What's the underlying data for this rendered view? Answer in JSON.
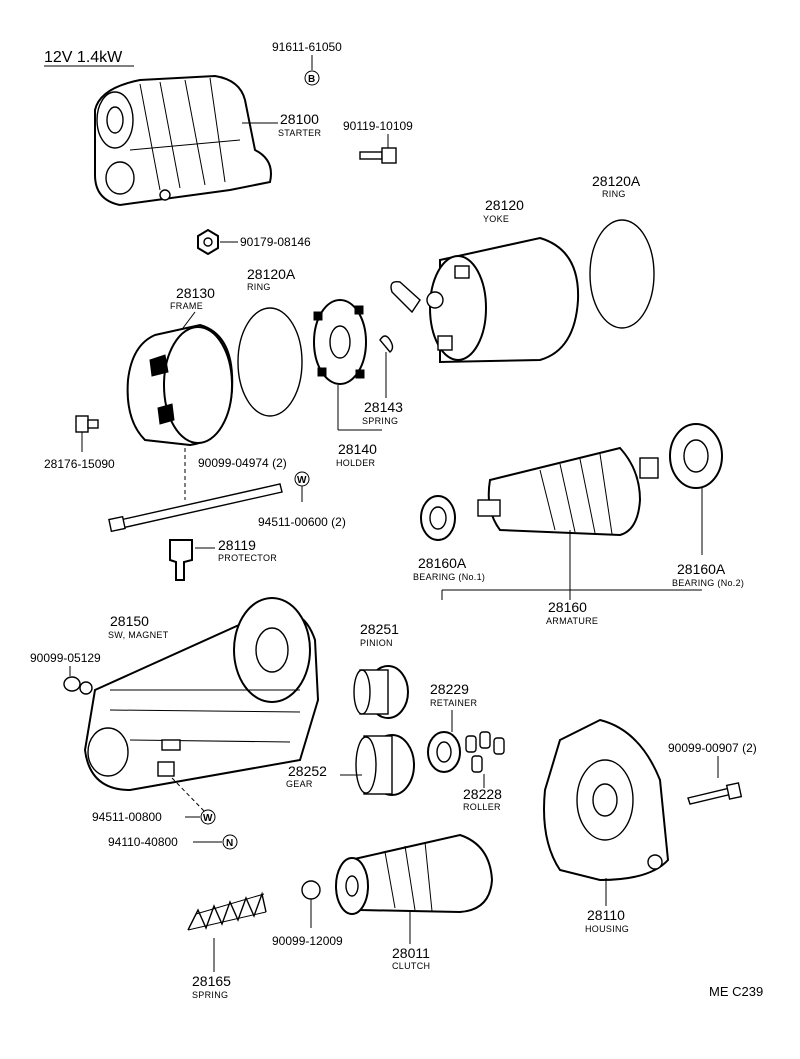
{
  "header": {
    "voltage_power": "12V 1.4kW"
  },
  "footer": {
    "diagram_code": "ME C239"
  },
  "badges": {
    "B": "B",
    "W": "W",
    "N": "N"
  },
  "labels": {
    "p91611": "91611-61050",
    "p28100": "28100",
    "p28100_name": "STARTER",
    "p90119": "90119-10109",
    "p28120A_top": "28120A",
    "p28120A_top_name": "RING",
    "p28120": "28120",
    "p28120_name": "YOKE",
    "p90179": "90179-08146",
    "p28130": "28130",
    "p28130_name": "FRAME",
    "p28120A_mid": "28120A",
    "p28120A_mid_name": "RING",
    "p28143": "28143",
    "p28143_name": "SPRING",
    "p28140": "28140",
    "p28140_name": "HOLDER",
    "p28176": "28176-15090",
    "p90099_04974": "90099-04974 (2)",
    "p94511_00600": "94511-00600 (2)",
    "p28119": "28119",
    "p28119_name": "PROTECTOR",
    "p28160A_l": "28160A",
    "p28160A_l_name": "BEARING (No.1)",
    "p28160A_r": "28160A",
    "p28160A_r_name": "BEARING (No.2)",
    "p28160": "28160",
    "p28160_name": "ARMATURE",
    "p28150": "28150",
    "p28150_name": "SW, MAGNET",
    "p90099_05129": "90099-05129",
    "p28251": "28251",
    "p28251_name": "PINION",
    "p28229": "28229",
    "p28229_name": "RETAINER",
    "p90099_00907": "90099-00907 (2)",
    "p28252": "28252",
    "p28252_name": "GEAR",
    "p28228": "28228",
    "p28228_name": "ROLLER",
    "p94511_00800": "94511-00800",
    "p94110": "94110-40800",
    "p28110": "28110",
    "p28110_name": "HOUSING",
    "p90099_12009": "90099-12009",
    "p28011": "28011",
    "p28011_name": "CLUTCH",
    "p28165": "28165",
    "p28165_name": "SPRING"
  }
}
